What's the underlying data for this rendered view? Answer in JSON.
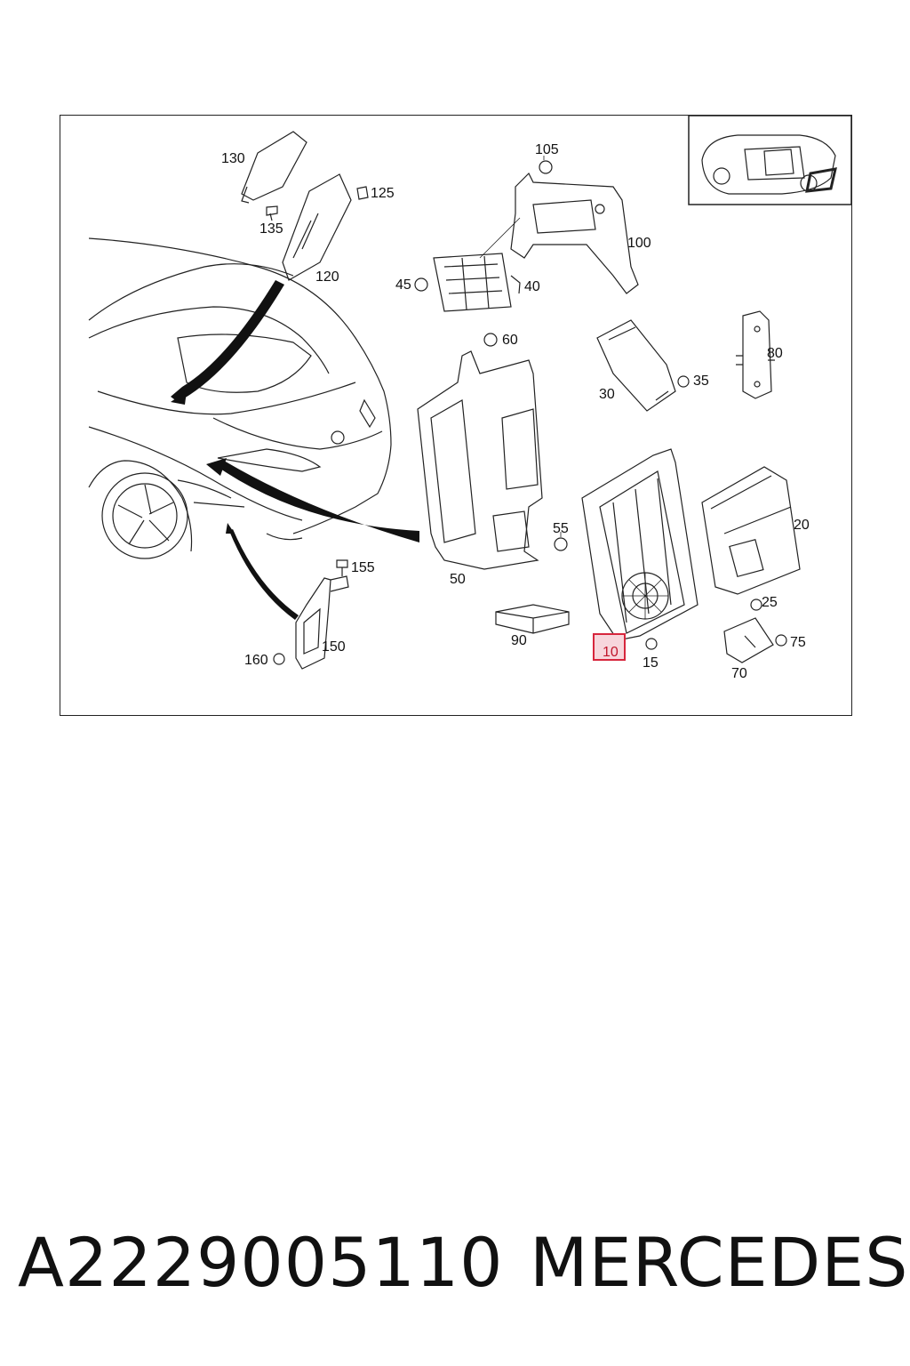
{
  "diagram": {
    "labels": {
      "l10": "10",
      "l15": "15",
      "l20": "20",
      "l25": "25",
      "l30": "30",
      "l35": "35",
      "l40": "40",
      "l45": "45",
      "l50": "50",
      "l55": "55",
      "l60": "60",
      "l70": "70",
      "l75": "75",
      "l80": "80",
      "l90": "90",
      "l100": "100",
      "l105": "105",
      "l120": "120",
      "l125": "125",
      "l130": "130",
      "l135": "135",
      "l150": "150",
      "l155": "155",
      "l160": "160"
    },
    "highlight_color": "#d7263d",
    "highlight_fill": "#f7d6dc"
  },
  "footer": {
    "part_number": "A2229005110",
    "brand": "MERCEDES"
  }
}
